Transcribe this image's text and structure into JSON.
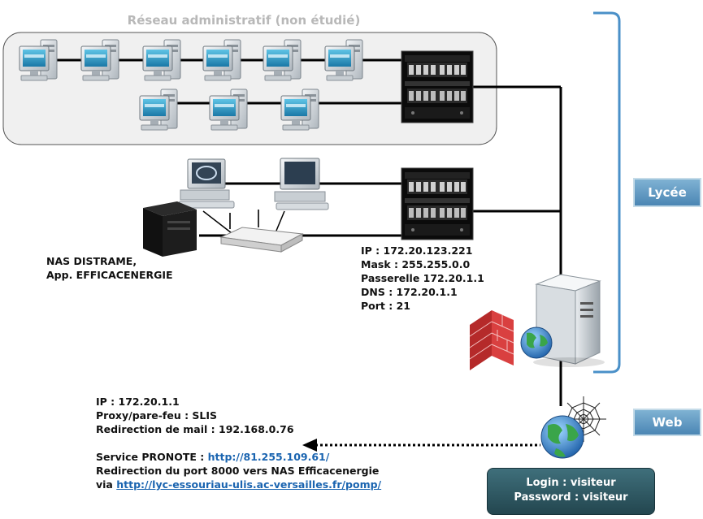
{
  "admin_network": {
    "title": "Réseau administratif (non étudié)"
  },
  "labels": {
    "lycee": "Lycée",
    "web": "Web"
  },
  "nas": {
    "line1": "NAS DISTRAME,",
    "line2": "App. EFFICACENERGIE"
  },
  "switch_config": {
    "ip": "IP : 172.20.123.221",
    "mask": "Mask : 255.255.0.0",
    "gateway": "Passerelle 172.20.1.1",
    "dns": "DNS : 172.20.1.1",
    "port": "Port : 21"
  },
  "proxy_info": {
    "ip": "IP : 172.20.1.1",
    "proxy": "Proxy/pare-feu : SLIS",
    "mail": "Redirection de mail : 192.168.0.76",
    "pronote_label": "Service PRONOTE : ",
    "pronote_url": "http://81.255.109.61/",
    "redirection": "Redirection du port 8000 vers NAS Efficacenergie",
    "via_label": "via ",
    "via_url": "http://lyc-essouriau-ulis.ac-versailles.fr/pomp/"
  },
  "login": {
    "user": "Login : visiteur",
    "password": "Password : visiteur"
  },
  "colors": {
    "bracket": "#4a90c8",
    "tag_bg": "#5a95c0",
    "link": "#1a64b0",
    "login_bg": "#2f5a64"
  },
  "icons": [
    "workstation-icon",
    "rack-switch-icon",
    "nas-tower-icon",
    "router-icon",
    "firewall-icon",
    "server-icon",
    "globe-icon",
    "spider-web-icon"
  ]
}
